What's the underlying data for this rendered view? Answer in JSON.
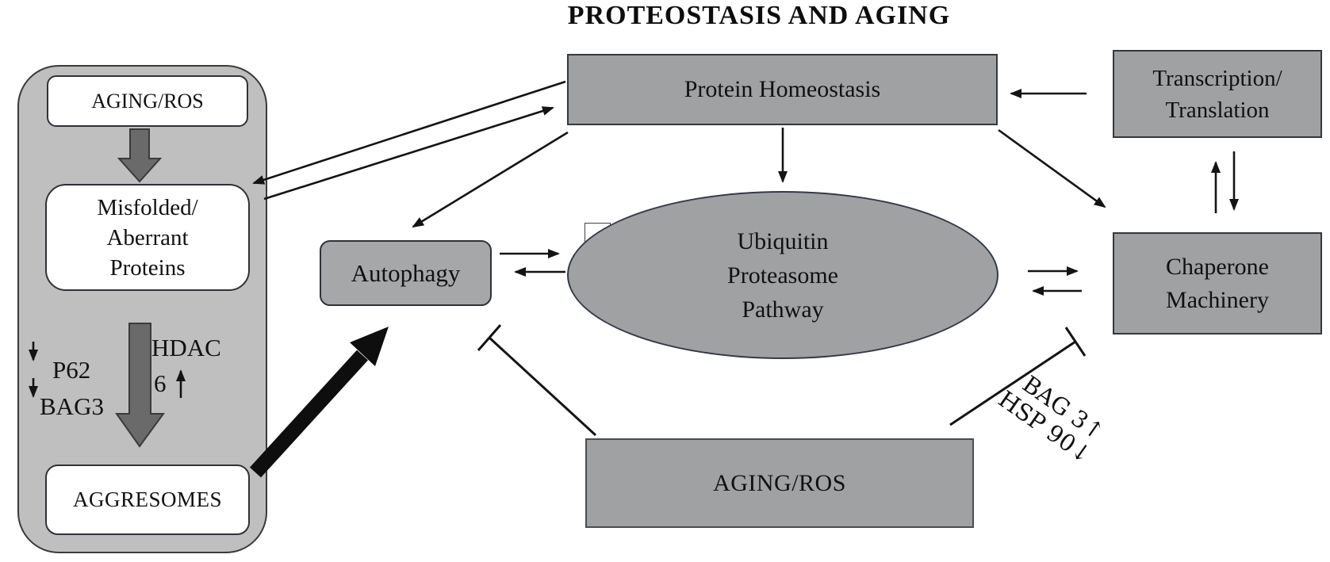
{
  "title": "PROTEOSTASIS AND AGING",
  "left_panel": {
    "aging_ros": "AGING/ROS",
    "misfolded_lines": [
      "Misfolded/",
      "Aberrant",
      "Proteins"
    ],
    "p62": "P62",
    "bag3": "BAG3",
    "hdac": "HDAC",
    "hdac_num": "6",
    "aggresomes": "AGGRESOMES"
  },
  "nodes": {
    "protein_homeostasis": "Protein Homeostasis",
    "transcription_lines": [
      "Transcription/",
      "Translation"
    ],
    "upp_lines": [
      "Ubiquitin",
      "Proteasome",
      "Pathway"
    ],
    "autophagy": "Autophagy",
    "chaperone_lines": [
      "Chaperone",
      "Machinery"
    ],
    "aging_ros_bottom": "AGING/ROS"
  },
  "annotations": {
    "bag3_up": "BAG 3↑",
    "hsp90_down": "HSP 90↓"
  },
  "colors": {
    "node_fill": "#9fa1a3",
    "node_border": "#35383b",
    "panel_fill": "#bfbfbf",
    "panel_border": "#3a3a3a",
    "white_box_fill": "#ffffff",
    "line": "#141414",
    "block_arrow_fill": "#6a6a6a",
    "thick_arrow": "#0e0e0e"
  }
}
